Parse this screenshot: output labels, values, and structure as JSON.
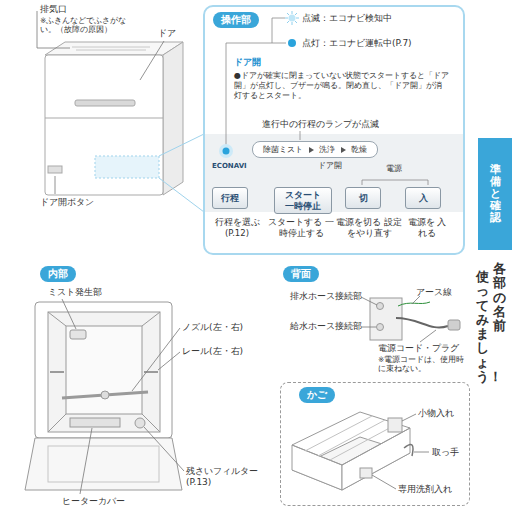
{
  "diagram": {
    "nodes": [
      {
        "text": [
          "操作部"
        ]
      },
      {
        "text": [
          "除菌ミスト",
          "洗浄",
          "乾燥"
        ],
        "in": 0
      },
      {
        "text": [
          "行程"
        ],
        "in": 0
      },
      {
        "text": [
          "スタート 一時停止"
        ],
        "in": 0
      },
      {
        "text": [
          "切"
        ],
        "in": 0
      },
      {
        "text": [
          "入"
        ],
        "in": 0
      },
      {
        "text": [
          "準備と確認"
        ]
      },
      {
        "text": [
          "内部"
        ]
      },
      {
        "text": [
          "背面"
        ]
      },
      {
        "text": [
          "かご"
        ]
      }
    ],
    "labels": [
      "排気口",
      "※ふきんなどでふさがない。（故障の原因）",
      "ドア",
      "ドア開ボタン",
      "点滅：エコナビ検知中",
      "点灯：エコナビ運転中(P.7)",
      "ドア開",
      "●ドアが確実に閉まっていない状態でスタートすると「ドア開」が点灯し、ブザーが鳴る。閉め直し、「ドア開」が消灯するとスタート。",
      "進行中の行程のランプが点滅",
      "ECONAVI",
      "ドア開",
      "電源",
      "行程を選ぶ (P.12)",
      "スタートする 一時停止する",
      "電源を切る 設定をやり直す",
      "電源を 入れる",
      "各部の名前",
      "使ってみましょう！",
      "ミスト発生部",
      "ノズル(左・右)",
      "レール(左・右)",
      "残さいフィルター (P.13)",
      "ヒーターカバー",
      "排水ホース接続部",
      "アース線",
      "給水ホース接続部",
      "電源コード・プラグ",
      "※電源コードは、使用時に束ねない。",
      "小物入れ",
      "取っ手",
      "専用洗剤入れ"
    ]
  }
}
